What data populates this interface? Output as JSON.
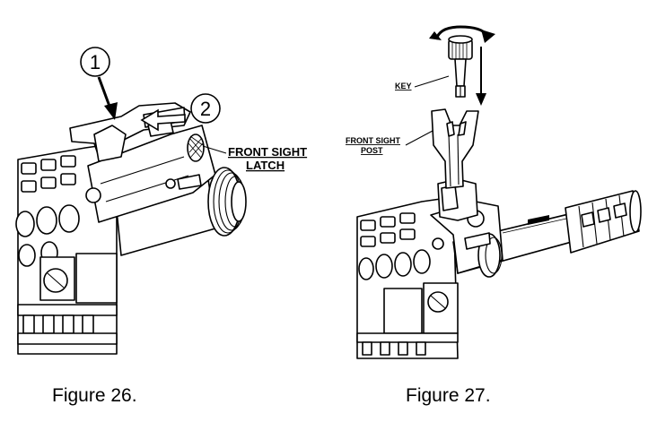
{
  "figure_26": {
    "caption": "Figure 26.",
    "step_1": "1",
    "step_2": "2",
    "label_line_1": "FRONT SIGHT",
    "label_line_2": "LATCH"
  },
  "figure_27": {
    "caption": "Figure 27.",
    "key_label": "KEY",
    "post_label_line_1": "FRONT SIGHT",
    "post_label_line_2": "POST"
  }
}
